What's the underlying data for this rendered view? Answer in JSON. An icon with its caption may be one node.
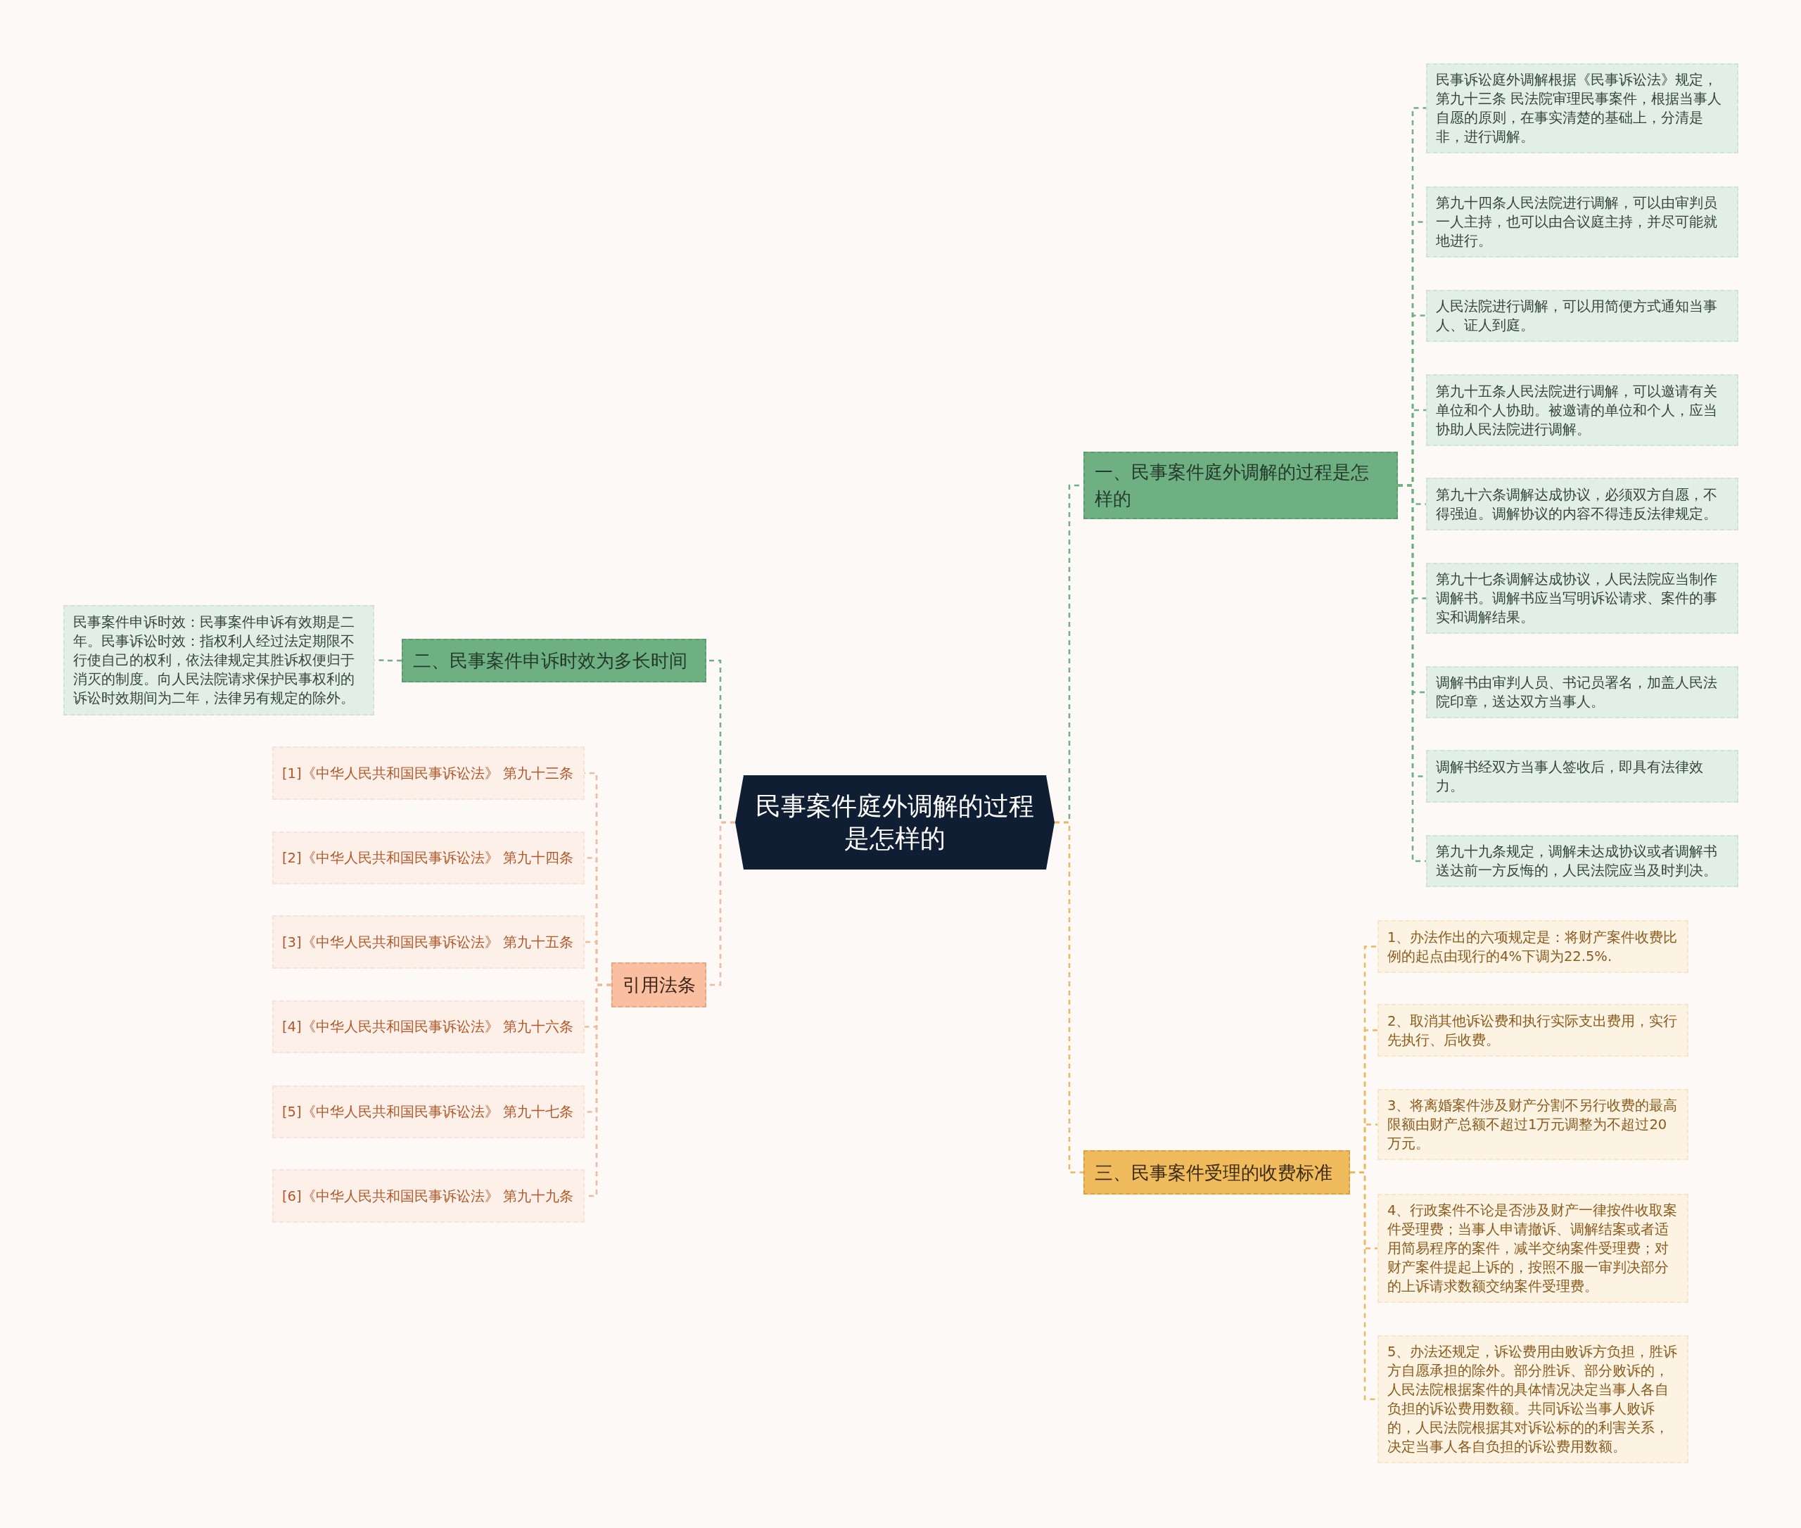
{
  "diagram": {
    "nodes": [
      {
        "text": [
          "民事案件庭外调解的过程是怎样的"
        ]
      },
      {
        "text": [
          "一、民事案件庭外调解的过程是怎样的"
        ]
      },
      {
        "text": [
          "民事诉讼庭外调解根据《民事诉讼法》规定，第九十三条 民法院审理民事案件，根据当事人自愿的原则，在事实清楚的基础上，分清是非，进行调解。"
        ]
      },
      {
        "text": [
          "第九十四条人民法院进行调解，可以由审判员一人主持，也可以由合议庭主持，并尽可能就地进行。"
        ]
      },
      {
        "text": [
          "人民法院进行调解，可以用简便方式通知当事人、证人到庭。"
        ]
      },
      {
        "text": [
          "第九十五条人民法院进行调解，可以邀请有关单位和个人协助。被邀请的单位和个人，应当协助人民法院进行调解。"
        ]
      },
      {
        "text": [
          "第九十六条调解达成协议，必须双方自愿，不得强迫。调解协议的内容不得违反法律规定。"
        ]
      },
      {
        "text": [
          "第九十七条调解达成协议，人民法院应当制作调解书。调解书应当写明诉讼请求、案件的事实和调解结果。"
        ]
      },
      {
        "text": [
          "调解书由审判人员、书记员署名，加盖人民法院印章，送达双方当事人。"
        ]
      },
      {
        "text": [
          "调解书经双方当事人签收后，即具有法律效力。"
        ]
      },
      {
        "text": [
          "第九十九条规定，调解未达成协议或者调解书送达前一方反悔的，人民法院应当及时判决。"
        ]
      },
      {
        "text": [
          "二、民事案件申诉时效为多长时间"
        ]
      },
      {
        "text": [
          "民事案件申诉时效：民事案件申诉有效期是二年。民事诉讼时效：指权利人经过法定期限不行使自己的权利，依法律规定其胜诉权便归于消灭的制度。向人民法院请求保护民事权利的诉讼时效期间为二年，法律另有规定的除外。"
        ]
      },
      {
        "text": [
          "引用法条"
        ]
      },
      {
        "text": [
          "[1]《中华人民共和国民事诉讼法》 第九十三条"
        ]
      },
      {
        "text": [
          "[2]《中华人民共和国民事诉讼法》 第九十四条"
        ]
      },
      {
        "text": [
          "[3]《中华人民共和国民事诉讼法》 第九十五条"
        ]
      },
      {
        "text": [
          "[4]《中华人民共和国民事诉讼法》 第九十六条"
        ]
      },
      {
        "text": [
          "[5]《中华人民共和国民事诉讼法》 第九十七条"
        ]
      },
      {
        "text": [
          "[6]《中华人民共和国民事诉讼法》 第九十九条"
        ]
      },
      {
        "text": [
          "三、民事案件受理的收费标准"
        ]
      },
      {
        "text": [
          "1、办法作出的六项规定是：将财产案件收费比例的起点由现行的4%下调为22.5%."
        ]
      },
      {
        "text": [
          "2、取消其他诉讼费和执行实际支出费用，实行先执行、后收费。"
        ]
      },
      {
        "text": [
          "3、将离婚案件涉及财产分割不另行收费的最高限额由财产总额不超过1万元调整为不超过20万元。"
        ]
      },
      {
        "text": [
          "4、行政案件不论是否涉及财产一律按件收取案件受理费；当事人申请撤诉、调解结案或者适用简易程序的案件，减半交纳案件受理费；对财产案件提起上诉的，按照不服一审判决部分的上诉请求数额交纳案件受理费。"
        ]
      },
      {
        "text": [
          "5、办法还规定，诉讼费用由败诉方负担，胜诉方自愿承担的除外。部分胜诉、部分败诉的，人民法院根据案件的具体情况决定当事人各自负担的诉讼费用数额。共同诉讼当事人败诉的，人民法院根据其对诉讼标的的利害关系，决定当事人各自负担的诉讼费用数额。"
        ]
      }
    ],
    "edges": [
      {
        "from": 0,
        "to": 1,
        "arrow": "none"
      },
      {
        "from": 1,
        "to": 2,
        "arrow": "none"
      },
      {
        "from": 1,
        "to": 3,
        "arrow": "none"
      },
      {
        "from": 1,
        "to": 4,
        "arrow": "none"
      },
      {
        "from": 1,
        "to": 5,
        "arrow": "none"
      },
      {
        "from": 1,
        "to": 6,
        "arrow": "none"
      },
      {
        "from": 1,
        "to": 7,
        "arrow": "none"
      },
      {
        "from": 1,
        "to": 8,
        "arrow": "none"
      },
      {
        "from": 1,
        "to": 9,
        "arrow": "none"
      },
      {
        "from": 1,
        "to": 10,
        "arrow": "none"
      },
      {
        "from": 0,
        "to": 11,
        "arrow": "none"
      },
      {
        "from": 11,
        "to": 12,
        "arrow": "none"
      },
      {
        "from": 0,
        "to": 13,
        "arrow": "none",
        "color": "#f2b99a"
      },
      {
        "from": 13,
        "to": 14,
        "arrow": "none",
        "color": "#f2b99a"
      },
      {
        "from": 13,
        "to": 15,
        "arrow": "none",
        "color": "#f2b99a"
      },
      {
        "from": 13,
        "to": 16,
        "arrow": "none",
        "color": "#f2b99a"
      },
      {
        "from": 13,
        "to": 17,
        "arrow": "none",
        "color": "#f2b99a"
      },
      {
        "from": 13,
        "to": 18,
        "arrow": "none",
        "color": "#f2b99a"
      },
      {
        "from": 13,
        "to": 19,
        "arrow": "none",
        "color": "#f2b99a"
      },
      {
        "from": 0,
        "to": 20,
        "arrow": "none",
        "color": "#ebb85c"
      },
      {
        "from": 20,
        "to": 21,
        "arrow": "none",
        "color": "#ebb85c"
      },
      {
        "from": 20,
        "to": 22,
        "arrow": "none",
        "color": "#ebb85c"
      },
      {
        "from": 20,
        "to": 23,
        "arrow": "none",
        "color": "#ebb85c"
      },
      {
        "from": 20,
        "to": 24,
        "arrow": "none",
        "color": "#ebb85c"
      },
      {
        "from": 20,
        "to": 25,
        "arrow": "none",
        "color": "#ebb85c"
      }
    ]
  }
}
